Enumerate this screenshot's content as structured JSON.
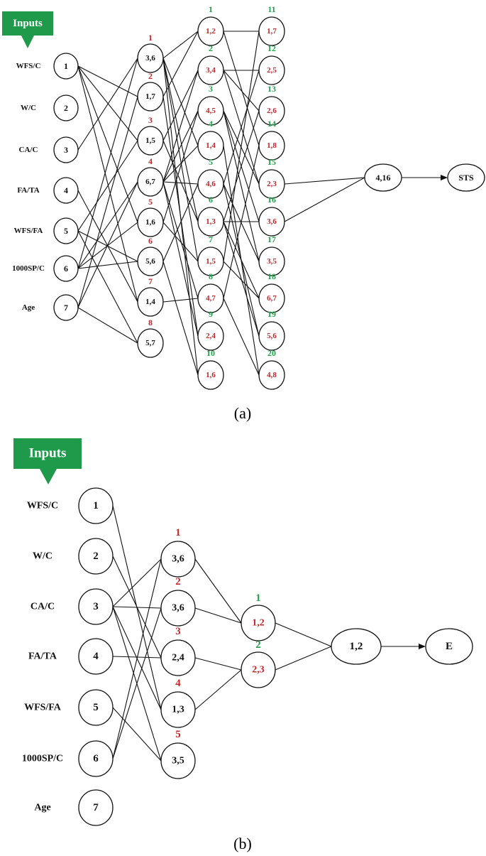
{
  "colors": {
    "red": "#c0282b",
    "green": "#21a04a",
    "black": "#111111",
    "badge": "#1f9a4a"
  },
  "captions": {
    "a": "(a)",
    "b": "(b)"
  },
  "diagram_a": {
    "badge": "Inputs",
    "input_labels": [
      "WFS/C",
      "W/C",
      "CA/C",
      "FA/TA",
      "WFS/FA",
      "1000SP/C",
      "Age"
    ],
    "input_nodes": [
      "1",
      "2",
      "3",
      "4",
      "5",
      "6",
      "7"
    ],
    "layer1": {
      "numbers": [
        "1",
        "2",
        "3",
        "4",
        "5",
        "6",
        "7",
        "8"
      ],
      "labels": [
        "3,6",
        "1,7",
        "1,5",
        "6,7",
        "1,6",
        "5,6",
        "1,4",
        "5,7"
      ]
    },
    "layer2": {
      "numbers": [
        "1",
        "2",
        "3",
        "4",
        "5",
        "6",
        "7",
        "8",
        "9",
        "10"
      ],
      "labels": [
        "1,2",
        "3,4",
        "4,5",
        "1,4",
        "4,6",
        "1,3",
        "1,5",
        "4,7",
        "2,4",
        "1,6"
      ]
    },
    "layer3": {
      "numbers": [
        "11",
        "12",
        "13",
        "14",
        "15",
        "16",
        "17",
        "18",
        "19",
        "20"
      ],
      "labels": [
        "1,7",
        "2,5",
        "2,6",
        "1,8",
        "2,3",
        "3,6",
        "3,5",
        "6,7",
        "5,6",
        "4,8"
      ]
    },
    "final_node": "4,16",
    "output": "STS"
  },
  "diagram_b": {
    "badge": "Inputs",
    "input_labels": [
      "WFS/C",
      "W/C",
      "CA/C",
      "FA/TA",
      "WFS/FA",
      "1000SP/C",
      "Age"
    ],
    "input_nodes": [
      "1",
      "2",
      "3",
      "4",
      "5",
      "6",
      "7"
    ],
    "layer1": {
      "numbers": [
        "1",
        "2",
        "3",
        "4",
        "5"
      ],
      "labels": [
        "3,6",
        "3,6",
        "2,4",
        "1,3",
        "3,5"
      ]
    },
    "layer2": {
      "numbers": [
        "1",
        "2"
      ],
      "labels": [
        "1,2",
        "2,3"
      ]
    },
    "final_node": "1,2",
    "output": "E"
  }
}
